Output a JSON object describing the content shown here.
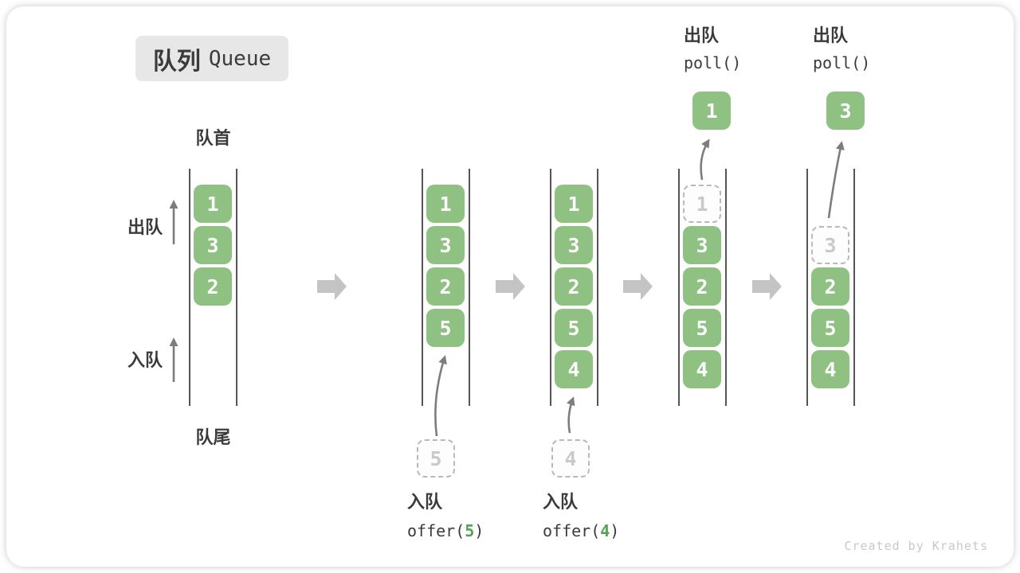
{
  "title": {
    "zh": "队列",
    "en": "Queue"
  },
  "side_labels": {
    "front": "队首",
    "rear": "队尾",
    "dequeue": "出队",
    "enqueue": "入队"
  },
  "poll_headers": [
    {
      "label": "出队",
      "code": "poll()"
    },
    {
      "label": "出队",
      "code": "poll()"
    }
  ],
  "offer_footers": [
    {
      "label": "入队",
      "pre": "offer(",
      "val": "5",
      "post": ")"
    },
    {
      "label": "入队",
      "pre": "offer(",
      "val": "4",
      "post": ")"
    }
  ],
  "states": [
    {
      "cells": [
        {
          "v": "1",
          "slot": 0,
          "kind": "green"
        },
        {
          "v": "3",
          "slot": 1,
          "kind": "green"
        },
        {
          "v": "2",
          "slot": 2,
          "kind": "green"
        }
      ]
    },
    {
      "cells": [
        {
          "v": "1",
          "slot": 0,
          "kind": "green"
        },
        {
          "v": "3",
          "slot": 1,
          "kind": "green"
        },
        {
          "v": "2",
          "slot": 2,
          "kind": "green"
        },
        {
          "v": "5",
          "slot": 3,
          "kind": "green"
        }
      ],
      "pending": "5"
    },
    {
      "cells": [
        {
          "v": "1",
          "slot": 0,
          "kind": "green"
        },
        {
          "v": "3",
          "slot": 1,
          "kind": "green"
        },
        {
          "v": "2",
          "slot": 2,
          "kind": "green"
        },
        {
          "v": "5",
          "slot": 3,
          "kind": "green"
        },
        {
          "v": "4",
          "slot": 4,
          "kind": "green"
        }
      ],
      "pending": "4"
    },
    {
      "cells": [
        {
          "v": "1",
          "slot": 0,
          "kind": "dashed"
        },
        {
          "v": "3",
          "slot": 1,
          "kind": "green"
        },
        {
          "v": "2",
          "slot": 2,
          "kind": "green"
        },
        {
          "v": "5",
          "slot": 3,
          "kind": "green"
        },
        {
          "v": "4",
          "slot": 4,
          "kind": "green"
        }
      ],
      "out": "1"
    },
    {
      "cells": [
        {
          "v": "3",
          "slot": 1,
          "kind": "dashed"
        },
        {
          "v": "2",
          "slot": 2,
          "kind": "green"
        },
        {
          "v": "5",
          "slot": 3,
          "kind": "green"
        },
        {
          "v": "4",
          "slot": 4,
          "kind": "green"
        }
      ],
      "out": "3"
    }
  ],
  "watermark": "Created by Krahets",
  "colors": {
    "green": "#8fc183",
    "code_green": "#56a054",
    "ink": "#3b3b3b",
    "dash": "#b9b9b9",
    "faint_num": "#c9c9c9",
    "wall": "#555555",
    "thin_arrow": "#7d7d7d",
    "block_arrow": "#c4c4c4",
    "title_bg": "#e7e7e7"
  }
}
